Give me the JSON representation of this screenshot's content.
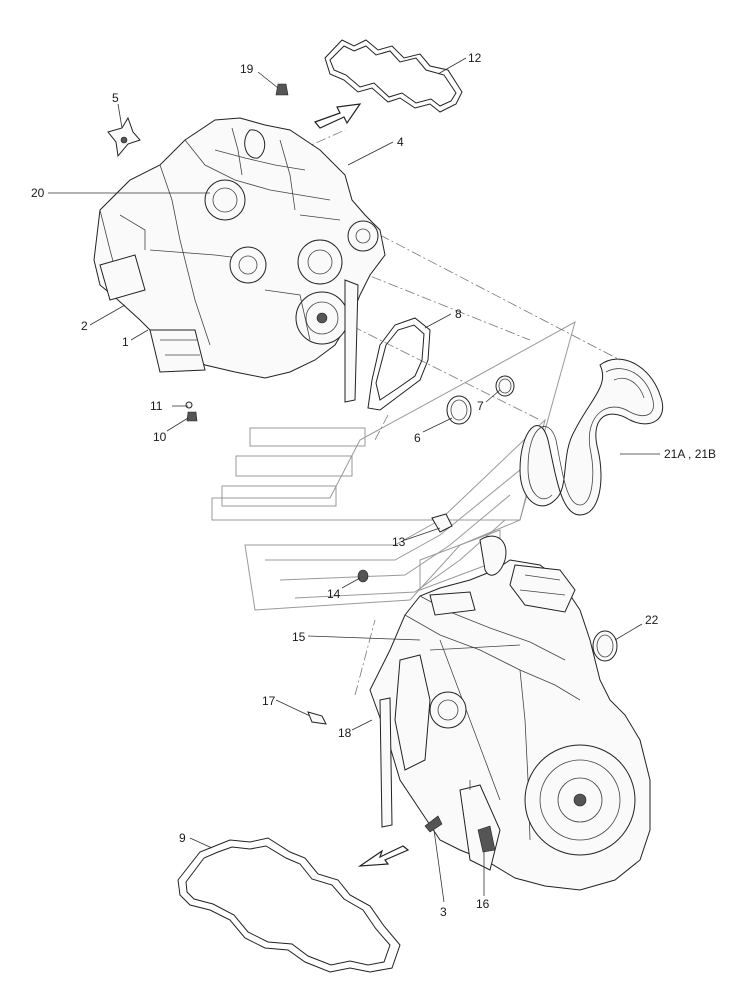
{
  "callouts": [
    {
      "id": "c19",
      "text": "19"
    },
    {
      "id": "c12",
      "text": "12"
    },
    {
      "id": "c5",
      "text": "5"
    },
    {
      "id": "c4",
      "text": "4"
    },
    {
      "id": "c20",
      "text": "20"
    },
    {
      "id": "c8",
      "text": "8"
    },
    {
      "id": "c2",
      "text": "2"
    },
    {
      "id": "c1",
      "text": "1"
    },
    {
      "id": "c7",
      "text": "7"
    },
    {
      "id": "c11",
      "text": "11"
    },
    {
      "id": "c6",
      "text": "6"
    },
    {
      "id": "c10",
      "text": "10"
    },
    {
      "id": "c21",
      "text": "21A , 21B"
    },
    {
      "id": "c13",
      "text": "13"
    },
    {
      "id": "c14",
      "text": "14"
    },
    {
      "id": "c22",
      "text": "22"
    },
    {
      "id": "c15",
      "text": "15"
    },
    {
      "id": "c17",
      "text": "17"
    },
    {
      "id": "c18",
      "text": "18"
    },
    {
      "id": "c9",
      "text": "9"
    },
    {
      "id": "c3",
      "text": "3"
    },
    {
      "id": "c16",
      "text": "16"
    }
  ]
}
